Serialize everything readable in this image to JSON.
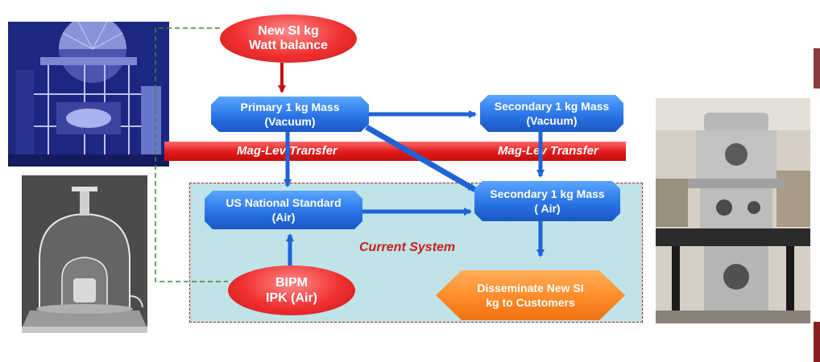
{
  "watt_balance": {
    "line1": "New SI kg",
    "line2": "Watt balance"
  },
  "primary_mass": {
    "line1": "Primary 1 kg Mass",
    "line2": "(Vacuum)"
  },
  "secondary_mass_vacuum": {
    "line1": "Secondary 1 kg Mass",
    "line2": "(Vacuum)"
  },
  "maglev": {
    "left_label": "Mag-Lev Transfer",
    "right_label": "Mag-Lev Transfer"
  },
  "us_standard": {
    "line1": "US National Standard",
    "line2": "(Air)"
  },
  "secondary_mass_air": {
    "line1": "Secondary 1 kg Mass",
    "line2": "( Air)"
  },
  "current_system_label": "Current System",
  "bipm": {
    "line1": "BIPM",
    "line2": "IPK (Air)"
  },
  "disseminate": {
    "line1": "Disseminate New SI",
    "line2": "kg to Customers"
  },
  "colors": {
    "arrow_blue": "#1f63d8",
    "arrow_red": "#c41212",
    "region_fill": "#bfe3e6",
    "dashed_green": "#3a8a3a"
  }
}
